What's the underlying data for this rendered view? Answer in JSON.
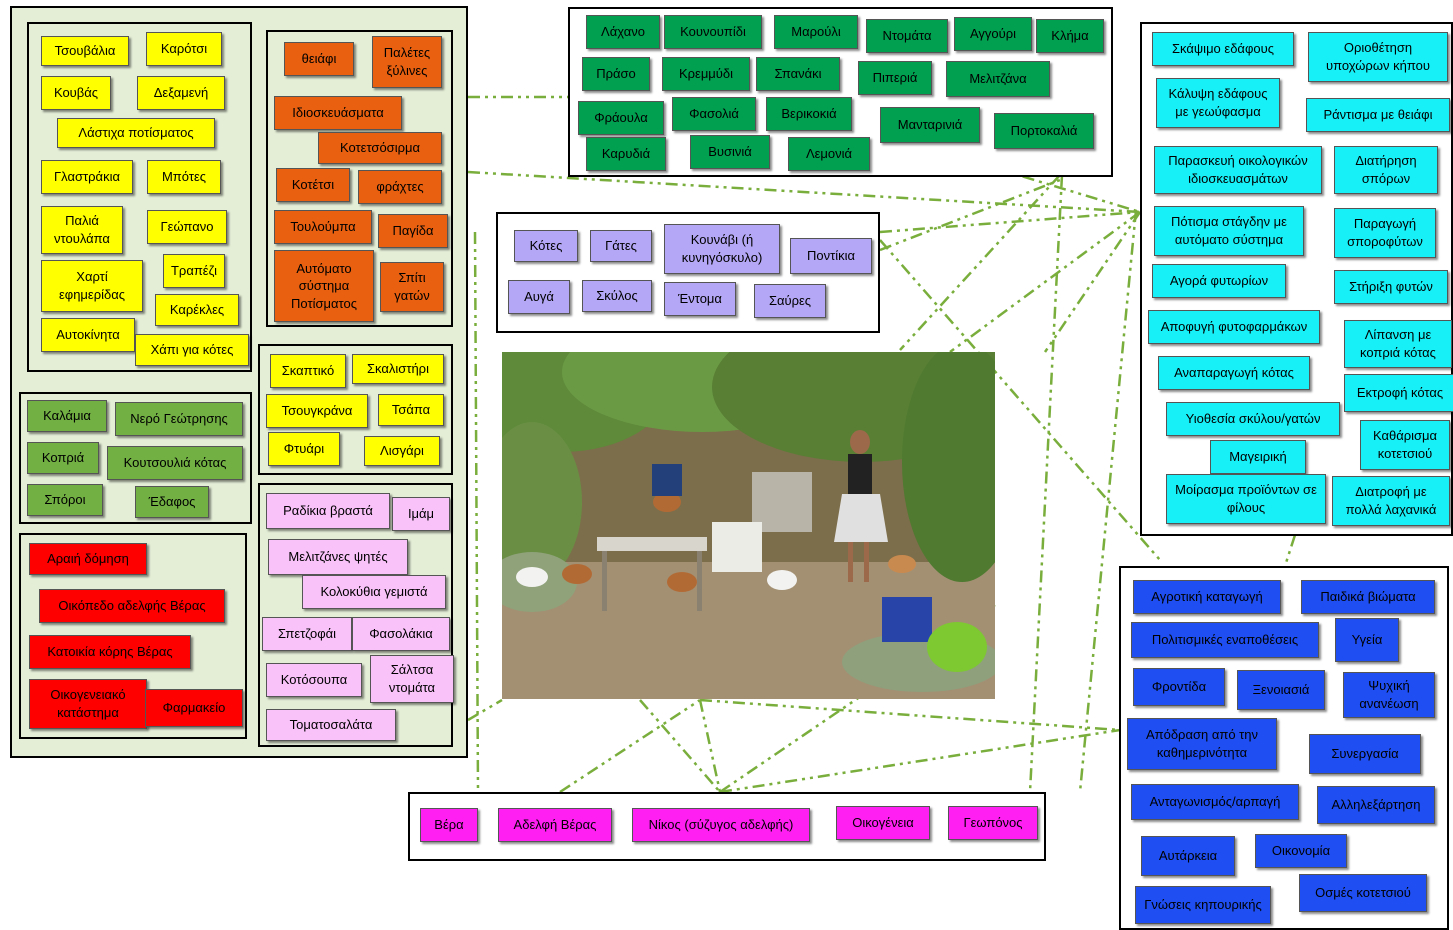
{
  "colors": {
    "panel_bg": "#e4eed7",
    "connector": "#7aae3c",
    "tools_yellow": "#ffff00",
    "materials_orange": "#e86010",
    "resources_green": "#72b043",
    "places_red": "#ff0000",
    "plants_green": "#00a050",
    "animals_purple": "#b4a7f5",
    "dishes_pink": "#f9c2f9",
    "practices_cyan": "#17f0f7",
    "meanings_blue": "#1f4ff2",
    "people_magenta": "#ff1ff2"
  },
  "objects": {
    "items": [
      "Τσουβάλια",
      "Καρότσι",
      "Κουβάς",
      "Δεξαμενή",
      "Λάστιχα ποτίσματος",
      "Γλαστράκια",
      "Μπότες",
      "Παλιά ντουλάπα",
      "Γεώπανο",
      "Χαρτί εφημερίδας",
      "Τραπέζι",
      "Καρέκλες",
      "Αυτοκίνητα",
      "Χάπι για κότες"
    ]
  },
  "materials": {
    "items": [
      "θειάφι",
      "Παλέτες ξύλινες",
      "Ιδιοσκευάσματα",
      "Κοτετσόσιρμα",
      "Κοτέτσι",
      "φράχτες",
      "Τουλούμπα",
      "Παγίδα",
      "Αυτόματο σύστημα Ποτίσματος",
      "Σπίτι γατών"
    ]
  },
  "tools": {
    "items": [
      "Σκαπτικό",
      "Σκαλιστήρι",
      "Τσουγκράνα",
      "Τσάπα",
      "Φτυάρι",
      "Λισγάρι"
    ]
  },
  "resources": {
    "items": [
      "Καλάμια",
      "Νερό Γεώτρησης",
      "Κοπριά",
      "Κουτσουλιά κότας",
      "Σπόροι",
      "Έδαφος"
    ]
  },
  "places": {
    "items": [
      "Αραιή δόμηση",
      "Οικόπεδο αδελφής Βέρας",
      "Κατοικία κόρης Βέρας",
      "Οικογενειακό κατάστημα",
      "Φαρμακείο"
    ]
  },
  "dishes": {
    "items": [
      "Ραδίκια βραστά",
      "Ιμάμ",
      "Μελιτζάνες ψητές",
      "Κολοκύθια γεμιστά",
      "Σπετζοφάι",
      "Φασολάκια",
      "Κοτόσουπα",
      "Σάλτσα ντομάτα",
      "Τοματοσαλάτα"
    ]
  },
  "plants": {
    "items": [
      "Λάχανο",
      "Κουνουπίδι",
      "Μαρούλι",
      "Ντομάτα",
      "Αγγούρι",
      "Κλήμα",
      "Πράσο",
      "Κρεμμύδι",
      "Σπανάκι",
      "Πιπεριά",
      "Μελιτζάνα",
      "Φράουλα",
      "Φασολιά",
      "Βερικοκιά",
      "Μανταρινιά",
      "Πορτοκαλιά",
      "Καρυδιά",
      "Βυσινιά",
      "Λεμονιά"
    ]
  },
  "animals": {
    "items": [
      "Κότες",
      "Γάτες",
      "Κουνάβι (ή κυνηγόσκυλο)",
      "Ποντίκια",
      "Αυγά",
      "Σκύλος",
      "Έντομα",
      "Σαύρες"
    ]
  },
  "practices": {
    "items": [
      "Σκάψιμο εδάφους",
      "Οριοθέτηση υποχώρων κήπου",
      "Κάλυψη εδάφους με γεωύφασμα",
      "Ράντισμα με θειάφι",
      "Παρασκευή οικολογικών ιδιοσκευασμάτων",
      "Διατήρηση σπόρων",
      "Πότισμα στάγδην με αυτόματο σύστημα",
      "Παραγωγή σποροφύτων",
      "Αγορά φυτωρίων",
      "Στήριξη φυτών",
      "Αποφυγή φυτοφαρμάκων",
      "Λίπανση με κοπριά κότας",
      "Αναπαραγωγή κότας",
      "Εκτροφή κότας",
      "Υιοθεσία σκύλου/γατών",
      "Καθάρισμα κοτετσιού",
      "Μαγειρική",
      "Μοίρασμα προϊόντων σε φίλους",
      "Διατροφή με πολλά λαχανικά"
    ]
  },
  "meanings": {
    "items": [
      "Αγροτική καταγωγή",
      "Παιδικά βιώματα",
      "Πολιτισμικές εναποθέσεις",
      "Υγεία",
      "Φροντίδα",
      "Ξενοιασιά",
      "Ψυχική ανανέωση",
      "Απόδραση από την καθημερινότητα",
      "Συνεργασία",
      "Ανταγωνισμός/αρπαγή",
      "Αλληλεξάρτηση",
      "Αυτάρκεια",
      "Οικονομία",
      "Γνώσεις κηπουρικής",
      "Οσμές κοτετσιού"
    ]
  },
  "people": {
    "items": [
      "Βέρα",
      "Αδελφή Βέρας",
      "Νίκος (σύζυγος αδελφής)",
      "Οικογένεια",
      "Γεωπόνος"
    ]
  },
  "photo": {
    "icon": "garden-photo"
  }
}
